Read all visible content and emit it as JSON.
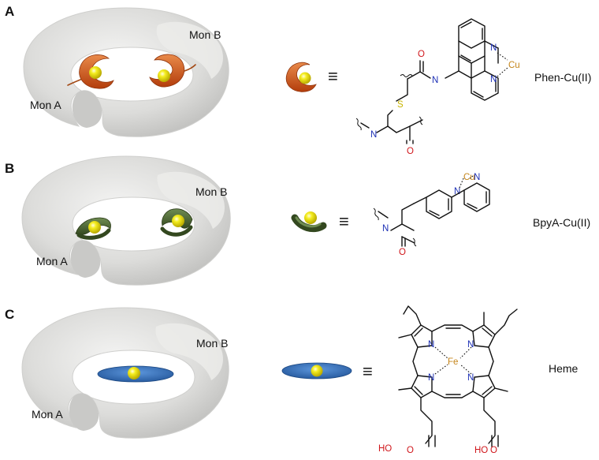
{
  "panels": [
    {
      "letter": "A",
      "mon_a": "Mon A",
      "mon_b": "Mon B",
      "cofactor_name": "Phen-Cu(II)",
      "equiv": "≡",
      "atoms": {
        "O1": "O",
        "N1": "N",
        "N2": "N",
        "N3": "N",
        "Cu": "Cu",
        "S": "S",
        "N4": "N",
        "O2": "O"
      }
    },
    {
      "letter": "B",
      "mon_a": "Mon A",
      "mon_b": "Mon B",
      "cofactor_name": "BpyA-Cu(II)",
      "equiv": "≡",
      "atoms": {
        "Cu": "Cu",
        "N1": "N",
        "N2": "N",
        "N3": "N",
        "O": "O"
      }
    },
    {
      "letter": "C",
      "mon_a": "Mon A",
      "mon_b": "Mon B",
      "cofactor_name": "Heme",
      "equiv": "≡",
      "atoms": {
        "N1": "N",
        "N2": "N",
        "N3": "N",
        "N4": "N",
        "Fe": "Fe",
        "HO1": "HO",
        "HO2": "HO",
        "O1": "O",
        "O2": "O"
      }
    }
  ],
  "colors": {
    "protein": "#d6d6d4",
    "phen_cofactor": "#d5541c",
    "bpy_cofactor": "#4f6b35",
    "heme_cofactor": "#3d78c4",
    "metal_center": "#f2ea1c",
    "nitrogen": "#1c2fb5",
    "oxygen": "#d0161b",
    "sulfur": "#c7b400",
    "metal_label": "#c5851a"
  }
}
